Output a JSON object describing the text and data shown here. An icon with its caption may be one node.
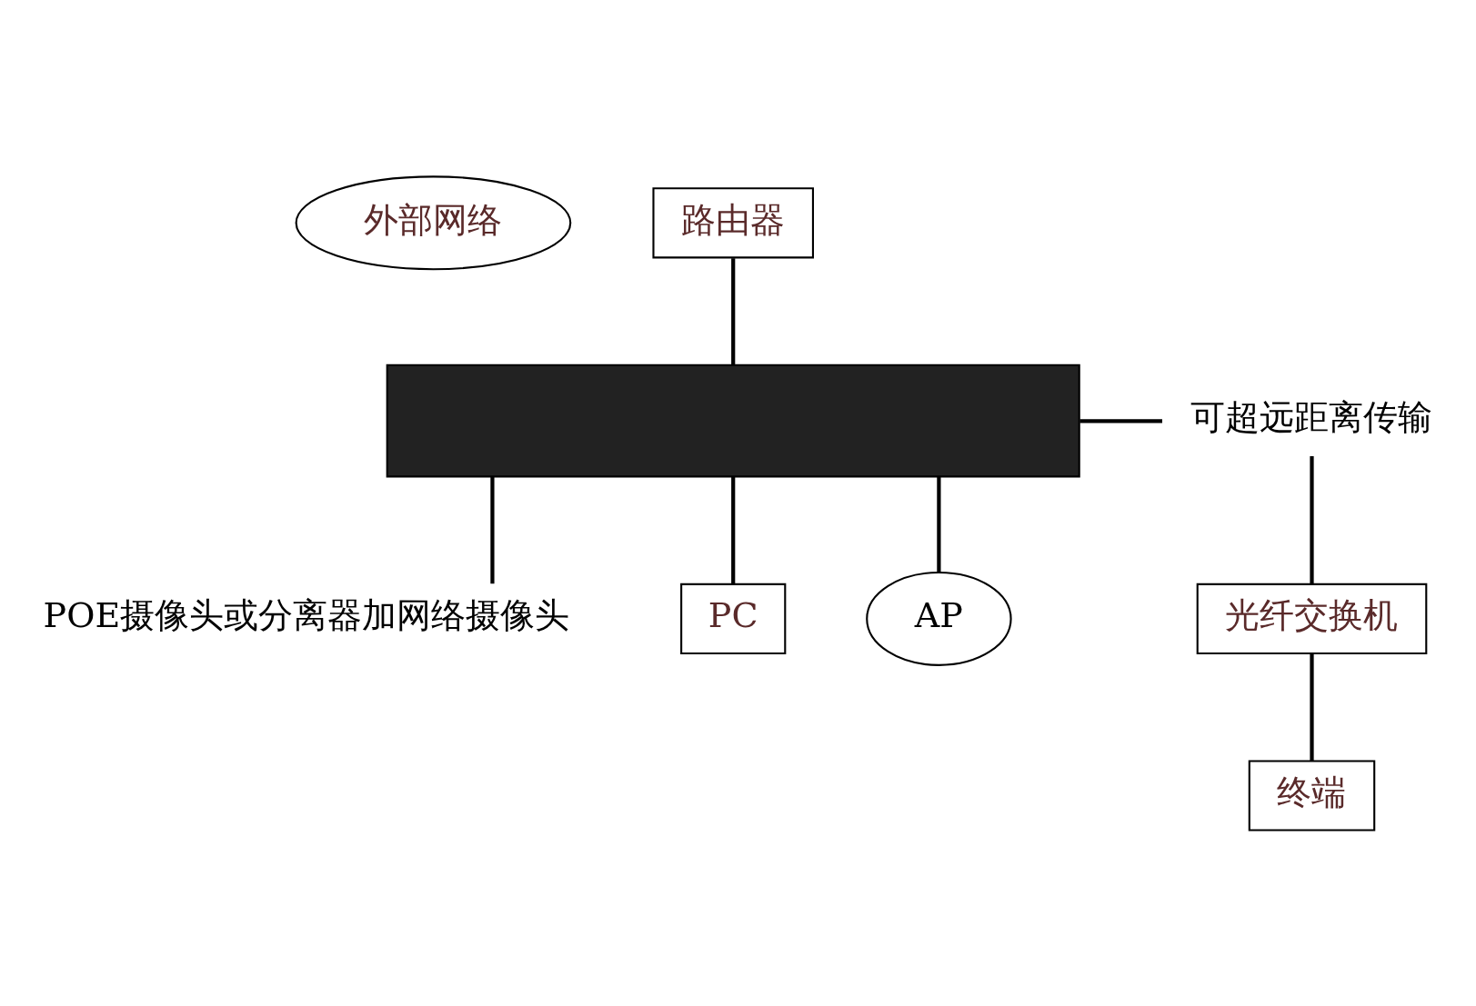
{
  "diagram": {
    "nodes": [
      {
        "text": [
          "外部网络"
        ]
      },
      {
        "text": [
          "路由器"
        ]
      },
      {
        "text": [],
        "shape": "box"
      },
      {
        "text": [
          "可超远距离传输"
        ]
      },
      {
        "text": [
          "光纤交换机"
        ]
      },
      {
        "text": [
          "终端"
        ]
      },
      {
        "text": [
          "POE摄像头或分离器加网络摄像头"
        ]
      },
      {
        "text": [
          "PC"
        ]
      },
      {
        "text": [
          "AP"
        ]
      }
    ],
    "edges": [
      {
        "from": 1,
        "to": 2,
        "arrow": "none"
      },
      {
        "from": 2,
        "to": 3,
        "arrow": "none"
      },
      {
        "from": 3,
        "to": 4,
        "arrow": "none"
      },
      {
        "from": 4,
        "to": 5,
        "arrow": "none"
      },
      {
        "from": 2,
        "to": 6,
        "arrow": "none"
      },
      {
        "from": 2,
        "to": 7,
        "arrow": "none"
      },
      {
        "from": 2,
        "to": 8,
        "arrow": "none"
      }
    ]
  }
}
